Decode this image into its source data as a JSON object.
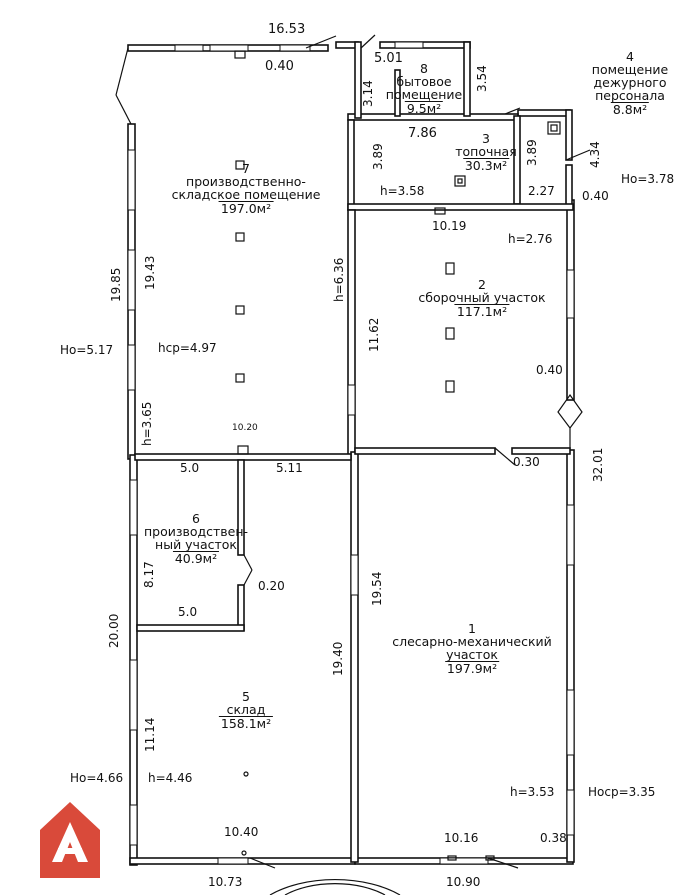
{
  "rooms": [
    {
      "num": "1",
      "name": "слесарно-механический участок",
      "area": "197.9м²"
    },
    {
      "num": "2",
      "name": "сборочный участок",
      "area": "117.1м²"
    },
    {
      "num": "3",
      "name": "топочная",
      "area": "30.3м²"
    },
    {
      "num": "4",
      "name": "помещение дежурного персонала",
      "area": "8.8м²"
    },
    {
      "num": "5",
      "name": "склад",
      "area": "158.1м²"
    },
    {
      "num": "6",
      "name": "производственный участок",
      "area": "40.9м²"
    },
    {
      "num": "7",
      "name": "производственно-складское помещение",
      "area": "197.0м²"
    },
    {
      "num": "8",
      "name": "бытовое помещение",
      "area": "9.5м²"
    }
  ],
  "room_lines": {
    "r1": [
      "слесарно-механический",
      "участок"
    ],
    "r2": [
      "сборочный участок"
    ],
    "r3": [
      "топочная"
    ],
    "r4": [
      "помещение",
      "дежурного",
      "персонала"
    ],
    "r5": [
      "склад"
    ],
    "r6": [
      "производствен-",
      "ный участок"
    ],
    "r7": [
      "производственно-",
      "складское помещение"
    ],
    "r8": [
      "бытовое",
      "помещение"
    ]
  },
  "dimensions": {
    "top_width": "16.53",
    "top_window": "0.40",
    "r8_width": "5.01",
    "r8_left": "3.14",
    "r8_right": "3.54",
    "r3_width": "7.86",
    "r3_left": "3.89",
    "r3_right": "3.89",
    "r3_h": "h=3.58",
    "r4_width": "2.27",
    "r4_side": "4.34",
    "r4_wall": "0.40",
    "ho_right_top": "Ho=3.78",
    "r2_width": "10.19",
    "r2_h": "h=2.76",
    "r2_height": "11.62",
    "r2_wall": "0.40",
    "r7_outer": "19.85",
    "r7_inner": "19.43",
    "r7_h_right": "h=6.36",
    "r7_ho": "Ho=5.17",
    "r7_hcp": "hср=4.97",
    "r7_h_left": "h=3.65",
    "r7_bottom": "10.20",
    "r6_top_left": "5.0",
    "r6_top_right": "5.11",
    "r6_height": "8.17",
    "r6_bottom": "5.0",
    "r6_wall": "0.20",
    "r1_top_wall": "0.30",
    "right_total": "32.01",
    "r1_height": "19.54",
    "r5_right": "19.40",
    "left_total": "20.00",
    "r5_height": "11.14",
    "r5_ho": "Ho=4.66",
    "r5_h": "h=4.46",
    "r5_inner_bottom": "10.40",
    "r5_outer_bottom": "10.73",
    "r1_inner_bottom": "10.16",
    "r1_outer_bottom": "10.90",
    "r1_h": "h=3.53",
    "r1_hocp": "Hocp=3.35",
    "r1_corner": "0.38"
  },
  "colors": {
    "logo": "#d94a3a",
    "line": "#111111"
  },
  "logo_icon": "house-logo-icon"
}
